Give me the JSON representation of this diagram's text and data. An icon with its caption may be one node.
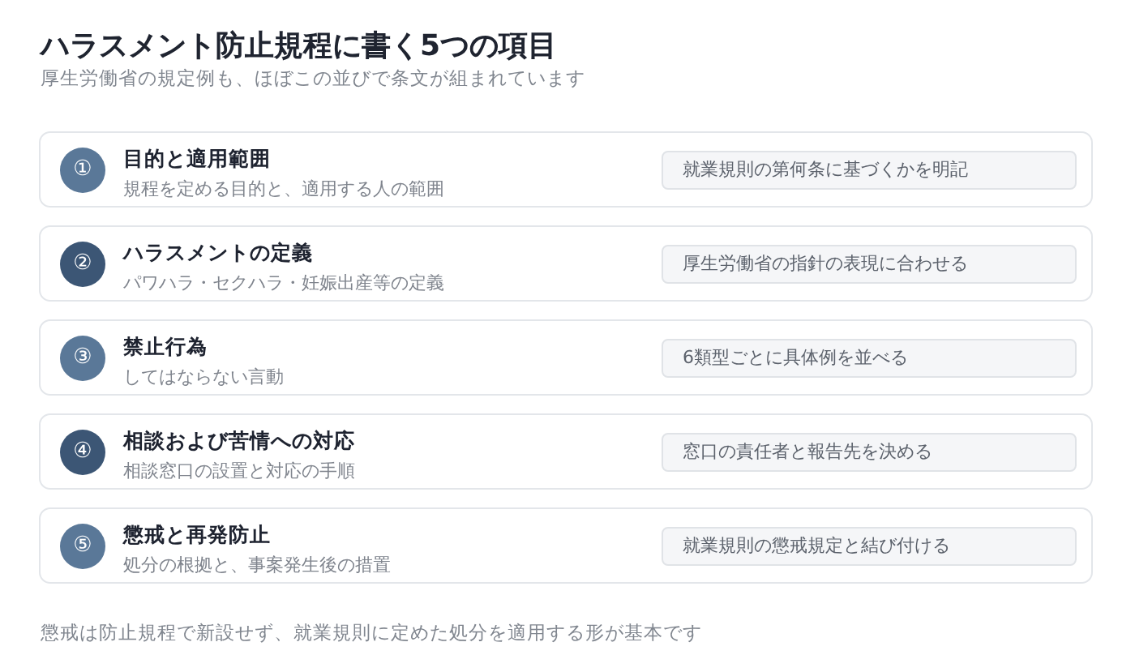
{
  "diagram": {
    "title": "ハラスメント防止規程に書く5つの項目",
    "nodes": [
      {
        "text": [
          "目的と適用範囲",
          "規程を定める目的と、適用する人の範囲"
        ]
      },
      {
        "text": [
          "①"
        ],
        "in": 0
      },
      {
        "text": [
          "就業規則の第何条に基づくかを明記"
        ],
        "in": 0
      },
      {
        "text": [
          "ハラスメントの定義",
          "パワハラ・セクハラ・妊娠出産等の定義"
        ]
      },
      {
        "text": [
          "②"
        ],
        "in": 3
      },
      {
        "text": [
          "厚生労働省の指針の表現に合わせる"
        ],
        "in": 3
      },
      {
        "text": [
          "禁止行為",
          "してはならない言動"
        ]
      },
      {
        "text": [
          "③"
        ],
        "in": 6
      },
      {
        "text": [
          "6類型ごとに具体例を並べる"
        ],
        "in": 6
      },
      {
        "text": [
          "相談および苦情への対応",
          "相談窓口の設置と対応の手順"
        ]
      },
      {
        "text": [
          "④"
        ],
        "in": 9
      },
      {
        "text": [
          "窓口の責任者と報告先を決める"
        ],
        "in": 9
      },
      {
        "text": [
          "懲戒と再発防止",
          "処分の根拠と、事案発生後の措置"
        ]
      },
      {
        "text": [
          "⑤"
        ],
        "in": 12
      },
      {
        "text": [
          "就業規則の懲戒規定と結び付ける"
        ],
        "in": 12
      }
    ],
    "labels": [
      "厚生労働省の規定例も、ほぼこの並びで条文が組まれています",
      "懲戒は防止規程で新設せず、就業規則に定めた処分を適用する形が基本です"
    ]
  }
}
